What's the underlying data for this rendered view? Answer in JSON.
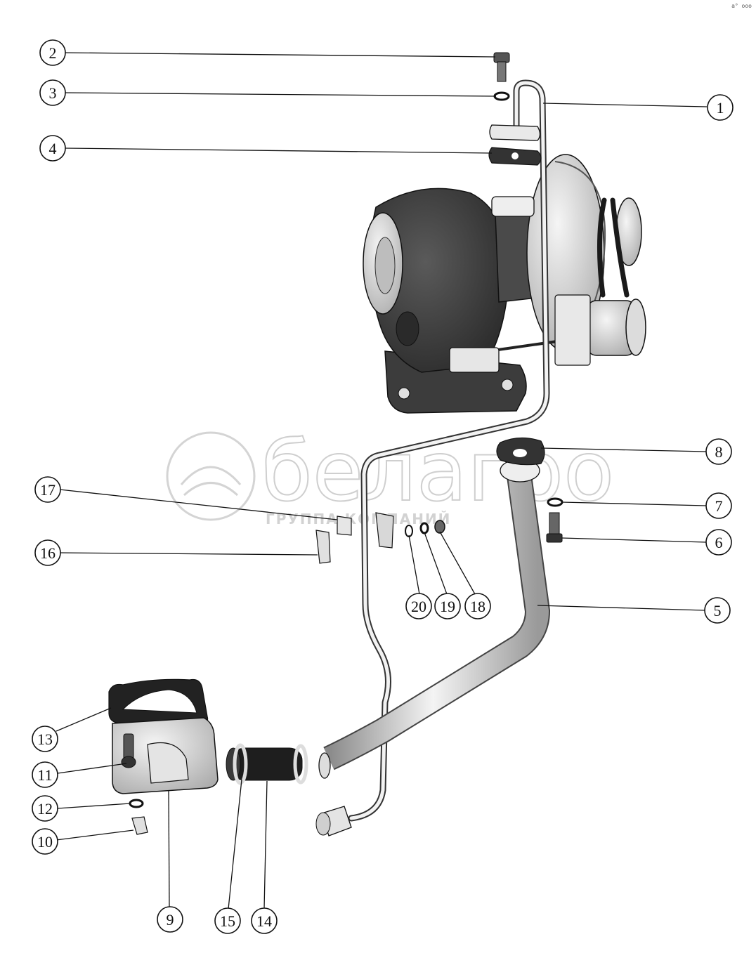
{
  "watermark": {
    "brand": "белагро",
    "subtitle": "ГРУППА КОМПАНИЙ"
  },
  "corner_mark": "a° ooo",
  "callouts": [
    "1",
    "2",
    "3",
    "4",
    "5",
    "6",
    "7",
    "8",
    "9",
    "10",
    "11",
    "12",
    "13",
    "14",
    "15",
    "16",
    "17",
    "18",
    "19",
    "20"
  ],
  "colors": {
    "ink": "#111111",
    "dark_body": "#3a3a3a",
    "light_metal": "#d9d9d9",
    "watermark": "#cfcfcf"
  }
}
